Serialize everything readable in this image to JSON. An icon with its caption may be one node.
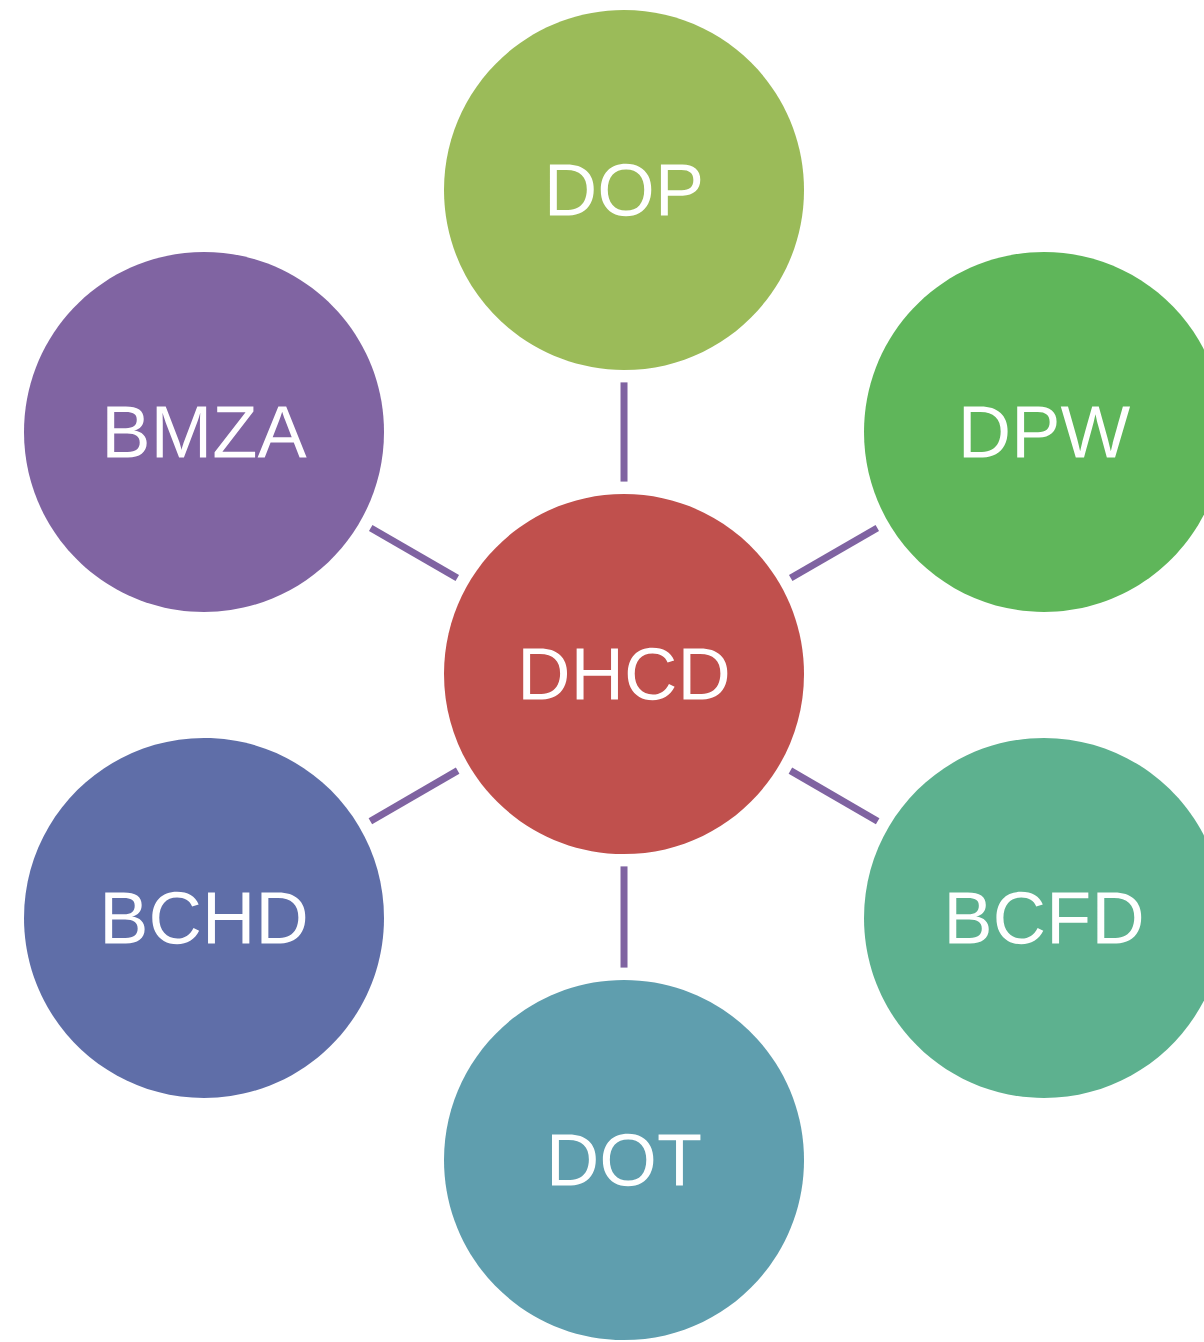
{
  "diagram": {
    "nodes": [
      {
        "text": [
          "DOP"
        ]
      },
      {
        "text": [
          "BMZA"
        ]
      },
      {
        "text": [
          "DPW"
        ]
      },
      {
        "text": [
          "DHCD"
        ]
      },
      {
        "text": [
          "BCHD"
        ]
      },
      {
        "text": [
          "BCFD"
        ]
      },
      {
        "text": [
          "DOT"
        ]
      }
    ],
    "edges": [
      {
        "from": 3,
        "to": 0,
        "arrow": "none"
      },
      {
        "from": 3,
        "to": 1,
        "arrow": "none"
      },
      {
        "from": 3,
        "to": 2,
        "arrow": "none"
      },
      {
        "from": 3,
        "to": 4,
        "arrow": "none"
      },
      {
        "from": 3,
        "to": 5,
        "arrow": "none"
      },
      {
        "from": 3,
        "to": 6,
        "arrow": "none"
      }
    ]
  }
}
